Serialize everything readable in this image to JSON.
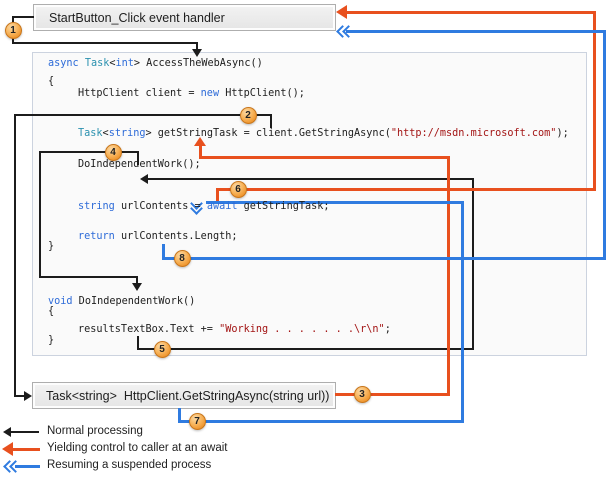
{
  "boxes": {
    "top": "StartButton_Click event handler",
    "bottom": "Task<string>  HttpClient.GetStringAsync(string url))"
  },
  "code": {
    "lines": [
      [
        [
          "async",
          "kw"
        ],
        [
          " ",
          "pl"
        ],
        [
          "Task",
          "ty"
        ],
        [
          "<",
          "pl"
        ],
        [
          "int",
          "kw"
        ],
        [
          ">",
          "pl"
        ],
        [
          " AccessTheWebAsync()",
          "pl"
        ]
      ],
      [
        [
          "{",
          "pl"
        ]
      ],
      [
        [
          "HttpClient client = ",
          "pl"
        ],
        [
          "new",
          "kw"
        ],
        [
          " HttpClient();",
          "pl"
        ]
      ],
      [
        [
          "Task",
          "ty"
        ],
        [
          "<",
          "pl"
        ],
        [
          "string",
          "kw"
        ],
        [
          "> getStringTask = client.GetStringAsync(",
          "pl"
        ],
        [
          "\"http://msdn.microsoft.com\"",
          "st"
        ],
        [
          ");",
          "pl"
        ]
      ],
      [
        [
          "DoIndependentWork();",
          "pl"
        ]
      ],
      [
        [
          "string",
          "kw"
        ],
        [
          " urlContents = ",
          "pl"
        ],
        [
          "await",
          "kw"
        ],
        [
          " getStringTask;",
          "pl"
        ]
      ],
      [
        [
          "return",
          "kw"
        ],
        [
          " urlContents.Length;",
          "pl"
        ]
      ],
      [
        [
          "}",
          "pl"
        ]
      ],
      [
        [
          "void",
          "kw"
        ],
        [
          " DoIndependentWork()",
          "pl"
        ]
      ],
      [
        [
          "{",
          "pl"
        ]
      ],
      [
        [
          "resultsTextBox.Text += ",
          "pl"
        ],
        [
          "\"Working . . . . . . .\\r\\n\"",
          "st"
        ],
        [
          ";",
          "pl"
        ]
      ],
      [
        [
          "}",
          "pl"
        ]
      ]
    ]
  },
  "badges": [
    "1",
    "2",
    "3",
    "4",
    "5",
    "6",
    "7",
    "8"
  ],
  "legend": [
    {
      "label": "Normal processing",
      "color": "#1c1c1c"
    },
    {
      "label": "Yielding control to caller at an await",
      "color": "#e8501e"
    },
    {
      "label": "Resuming a suspended process",
      "color": "#2f7be0"
    }
  ],
  "colors": {
    "normal_arrow": "#1c1c1c",
    "yield_arrow": "#e8501e",
    "resume_arrow": "#2f7be0",
    "keyword": "#2d6bd8",
    "type": "#2b91af",
    "string_literal": "#a31515",
    "badge_fill": "#f2a câ€¦040",
    "box_fill": "#ececec"
  }
}
